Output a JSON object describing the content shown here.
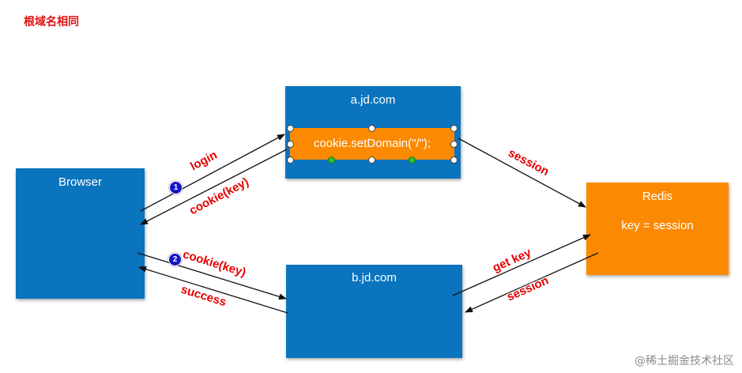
{
  "heading": "根域名相同",
  "nodes": {
    "browser": "Browser",
    "a_server": "a.jd.com",
    "a_code": "cookie.setDomain(\"/\");",
    "redis_title": "Redis",
    "redis_body": "key = session",
    "b_server": "b.jd.com"
  },
  "edges": {
    "login": "login",
    "cookie_key_1": "cookie(key)",
    "cookie_key_2": "cookie(key)",
    "success": "success",
    "session_a": "session",
    "get_key": "get  key",
    "session_b": "session"
  },
  "steps": [
    "1",
    "2"
  ],
  "watermark": "@稀土掘金技术社区",
  "colors": {
    "box_blue": "#0b74be",
    "box_orange": "#fb8a02",
    "label_red": "#e60000",
    "step_blue": "#1515c8"
  }
}
